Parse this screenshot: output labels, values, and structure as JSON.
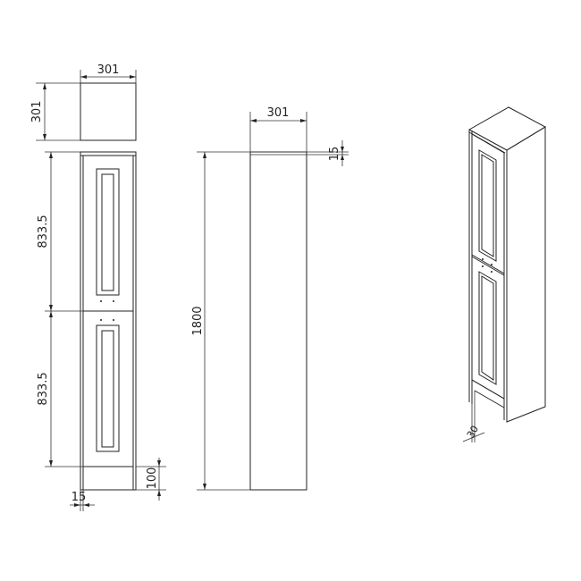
{
  "dimensions": {
    "top_view_width": "301",
    "top_view_depth": "301",
    "upper_door_height": "833.5",
    "lower_door_height": "833.5",
    "plinth_height": "100",
    "side_panel_thickness": "15",
    "side_view_width": "301",
    "top_panel_thickness": "15",
    "total_height": "1800",
    "iso_plinth_recess": "30"
  }
}
